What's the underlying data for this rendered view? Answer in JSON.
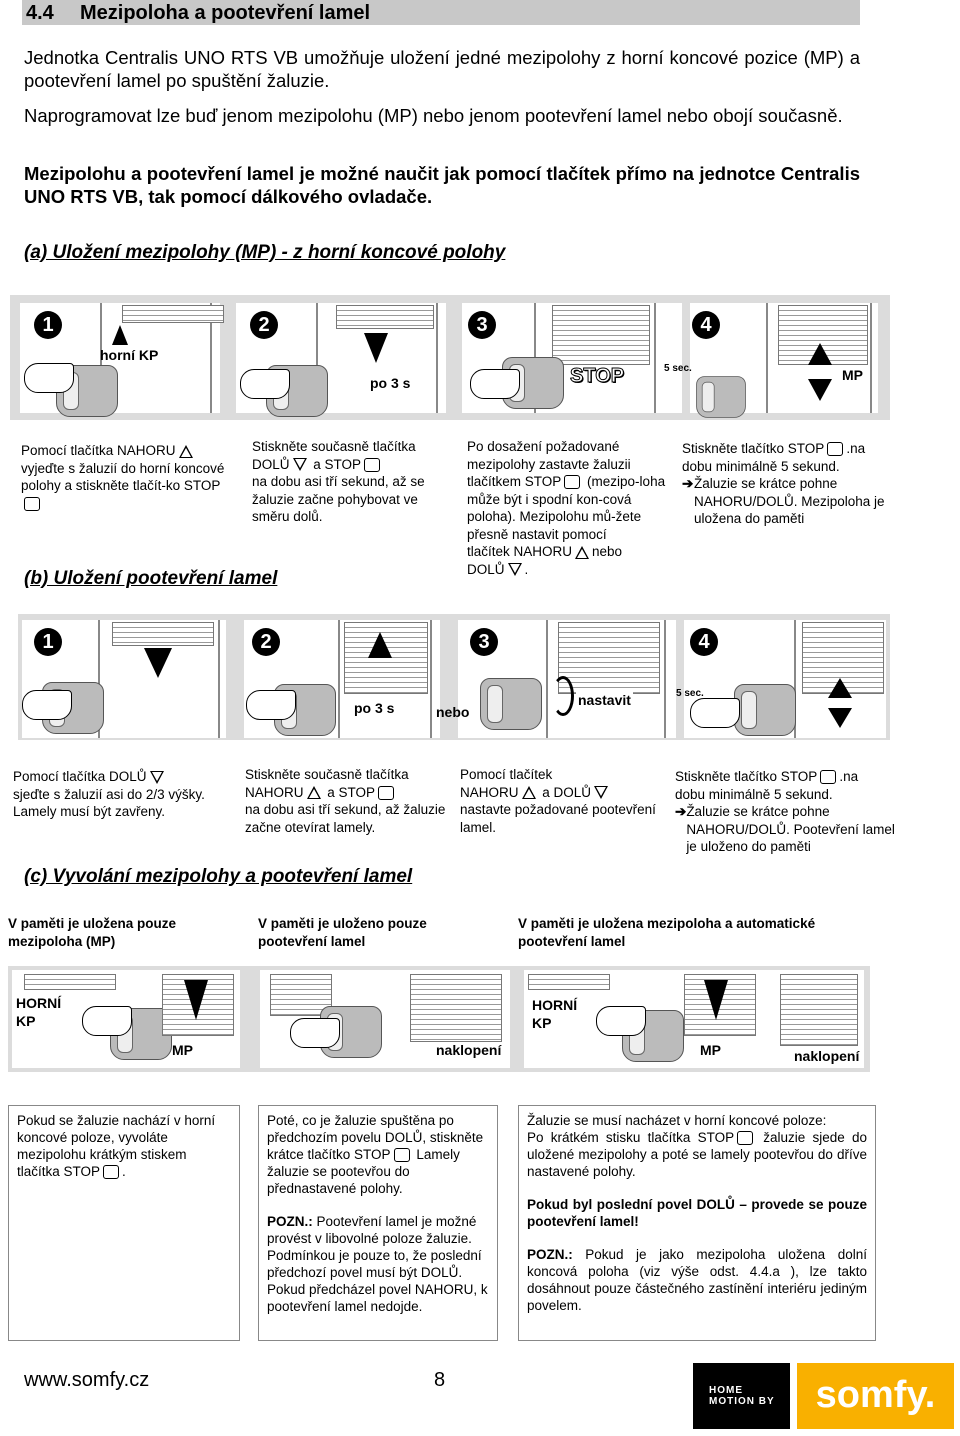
{
  "header": {
    "number": "4.4",
    "title": "Mezipoloha a pootevření lamel"
  },
  "intro": {
    "p1": "Jednotka Centralis UNO RTS VB umožňuje uložení jedné mezipolohy z horní koncové pozice (MP) a pootevření lamel po spuštění žaluzie.",
    "p2": "Naprogramovat lze buď jenom mezipolohu (MP) nebo jenom pootevření lamel nebo obojí současně.",
    "p3": "Mezipolohu a pootevření lamel je možné naučit jak pomocí tlačítek přímo na jednotce Centralis UNO RTS VB, tak pomocí dálkového ovladače."
  },
  "section_a": {
    "heading": "(a) Uložení mezipolohy (MP) - z horní koncové polohy",
    "panels": [
      {
        "num": "1",
        "label": "horní KP"
      },
      {
        "num": "2",
        "label": "po 3 s"
      },
      {
        "num": "3",
        "label": "STOP"
      },
      {
        "num": "4",
        "label": "MP",
        "timer": "5 sec."
      }
    ],
    "captions": [
      {
        "before": "Pomocí tlačítka NAHORU",
        "after": "vyjeďte s žaluzií do horní koncové polohy a stiskněte tlačít-ko STOP"
      },
      {
        "before": "Stiskněte současně tlačítka",
        "dolu": "DOLŮ",
        "a_stop": "a STOP",
        "after": "na dobu asi tří sekund, až se žaluzie začne pohybovat ve směru dolů."
      },
      {
        "line1": "Po dosažení požadované mezipolohy zastavte žaluzii tlačítkem STOP",
        "line2": "(mezipo-loha může být i spodní kon-cová poloha). Mezipolohu mů-žete přesně nastavit pomocí",
        "line3": "tlačítek NAHORU",
        "nebo": "nebo",
        "dolu": "DOLŮ",
        "dot": "."
      },
      {
        "before": "Stiskněte tlačítko STOP",
        "na": ".na",
        "line2": "dobu minimálně 5 sekund.",
        "arrow": "➔",
        "after": "Žaluzie se krátce pohne NAHORU/DOLŮ. Mezipoloha je uložena do paměti"
      }
    ]
  },
  "section_b": {
    "heading": "(b) Uložení pootevření lamel",
    "panels": [
      {
        "num": "1",
        "label": ""
      },
      {
        "num": "2",
        "label": "po 3 s"
      },
      {
        "num": "3",
        "label": "nebo",
        "label2": "nastavit"
      },
      {
        "num": "4",
        "label": "",
        "timer": "5 sec."
      }
    ],
    "captions": [
      {
        "before": "Pomocí tlačítka DOLŮ",
        "after": "sjeďte s žaluzií asi do 2/3 výšky. Lamely musí být zavřeny."
      },
      {
        "before": "Stiskněte současně tlačítka",
        "nahoru": "NAHORU",
        "a_stop": "a STOP",
        "after": "na dobu asi tří sekund, až žaluzie začne otevírat lamely."
      },
      {
        "before": "Pomocí tlačítek",
        "nahoru": "NAHORU",
        "a_dolu": "a DOLŮ",
        "after": "nastavte požadované pootevření lamel."
      },
      {
        "before": "Stiskněte tlačítko STOP",
        "na": ".na",
        "line2": "dobu minimálně 5 sekund.",
        "arrow": "➔",
        "after": "Žaluzie se krátce pohne NAHORU/DOLŮ. Pootevření lamel je uloženo do paměti"
      }
    ]
  },
  "section_c": {
    "heading": "(c) Vyvolání mezipolohy a pootevření lamel",
    "columns": [
      {
        "title": "V paměti je uložena pouze mezipoloha (MP)",
        "labels": [
          "HORNÍ KP",
          "MP"
        ]
      },
      {
        "title": "V paměti je uloženo pouze pootevření lamel",
        "labels": [
          "naklopení"
        ]
      },
      {
        "title": "V paměti je uložena mezipoloha a automatické pootevření lamel",
        "labels": [
          "HORNÍ KP",
          "MP",
          "naklopení"
        ]
      }
    ],
    "box1": {
      "text": "Pokud se žaluzie nachází v horní koncové poloze, vyvoláte mezipolohu krátkým stiskem tlačítka STOP",
      "end": "."
    },
    "box2": {
      "p1": "Poté, co je žaluzie spuštěna po předchozím povelu DOLŮ, stiskněte krátce tlačítko STOP",
      "p1b": "Lamely žaluzie se pootevřou do přednastavené polohy.",
      "pozn_label": "POZN.:",
      "p2": "Pootevření lamel je možné provést v libovolné poloze žaluzie. Podmínkou je pouze to, že poslední předchozí povel musí být DOLŮ.",
      "p3": "Pokud předcházel povel NAHORU, k pootevření lamel nedojde."
    },
    "box3": {
      "p1a": "Žaluzie se musí nacházet v horní koncové poloze:",
      "p1b": "Po krátkém stisku tlačítka STOP",
      "p1c": "žaluzie sjede do uložené mezipolohy a poté se lamely pootevřou do dříve nastavené polohy.",
      "p2": "Pokud byl poslední povel DOLŮ – provede se pouze pootevření lamel!",
      "pozn_label": "POZN.:",
      "p3": "Pokud je jako mezipoloha uložena dolní koncová poloha (viz výše odst. 4.4.a ), lze takto dosáhnout pouze částečného zastínění interiéru jediným povelem."
    }
  },
  "footer": {
    "url": "www.somfy.cz",
    "page": "8",
    "logo_left": "HOME MOTION BY",
    "logo_right": "somfy."
  },
  "colors": {
    "header_bg": "#c8c8c8",
    "logo_yellow": "#f9b000",
    "strip_bg": "#dcdcdc"
  }
}
